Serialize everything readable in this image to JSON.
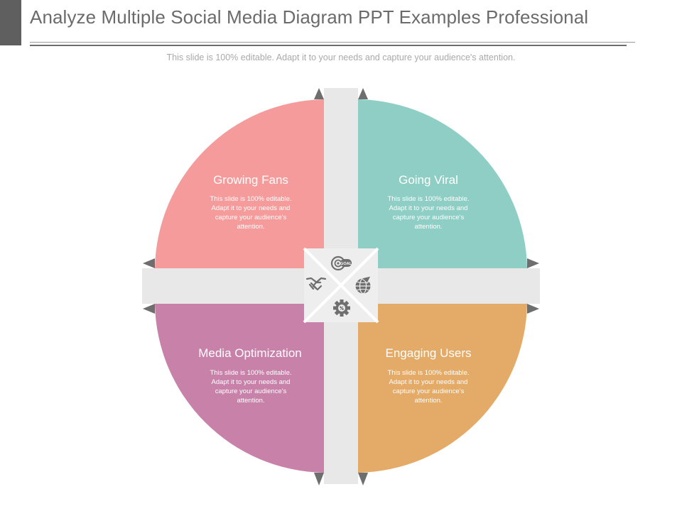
{
  "header": {
    "title": "Analyze Multiple Social Media Diagram PPT Examples Professional",
    "subtitle": "This slide is 100% editable. Adapt it to your needs and capture your audience's attention."
  },
  "quadrants": [
    {
      "key": "top-left",
      "title": "Growing Fans",
      "color": "#f59b9b",
      "desc": [
        "This slide is 100% editable.",
        "Adapt it to your needs and",
        "capture your audience's",
        "attention."
      ]
    },
    {
      "key": "top-right",
      "title": "Going Viral",
      "color": "#8ecec4",
      "desc": [
        "This slide is 100% editable.",
        "Adapt it to your needs and",
        "capture your audience's",
        "attention."
      ]
    },
    {
      "key": "bottom-left",
      "title": "Media Optimization",
      "color": "#c881a9",
      "desc": [
        "This slide is 100% editable.",
        "Adapt it to your needs and",
        "capture your audience's",
        "attention."
      ]
    },
    {
      "key": "bottom-right",
      "title": "Engaging Users",
      "color": "#e3aa68",
      "desc": [
        "This slide is 100% editable.",
        "Adapt it to your needs and",
        "capture your audience's",
        "attention."
      ]
    }
  ],
  "center": {
    "goal_label": "GOAL",
    "icons": [
      "goal-target-icon",
      "handshake-icon",
      "globe-icon",
      "gear-icon"
    ]
  },
  "colors": {
    "cross": "#e8e8e8",
    "arrow": "#6e6e6e",
    "icon": "#6f6f6f"
  }
}
